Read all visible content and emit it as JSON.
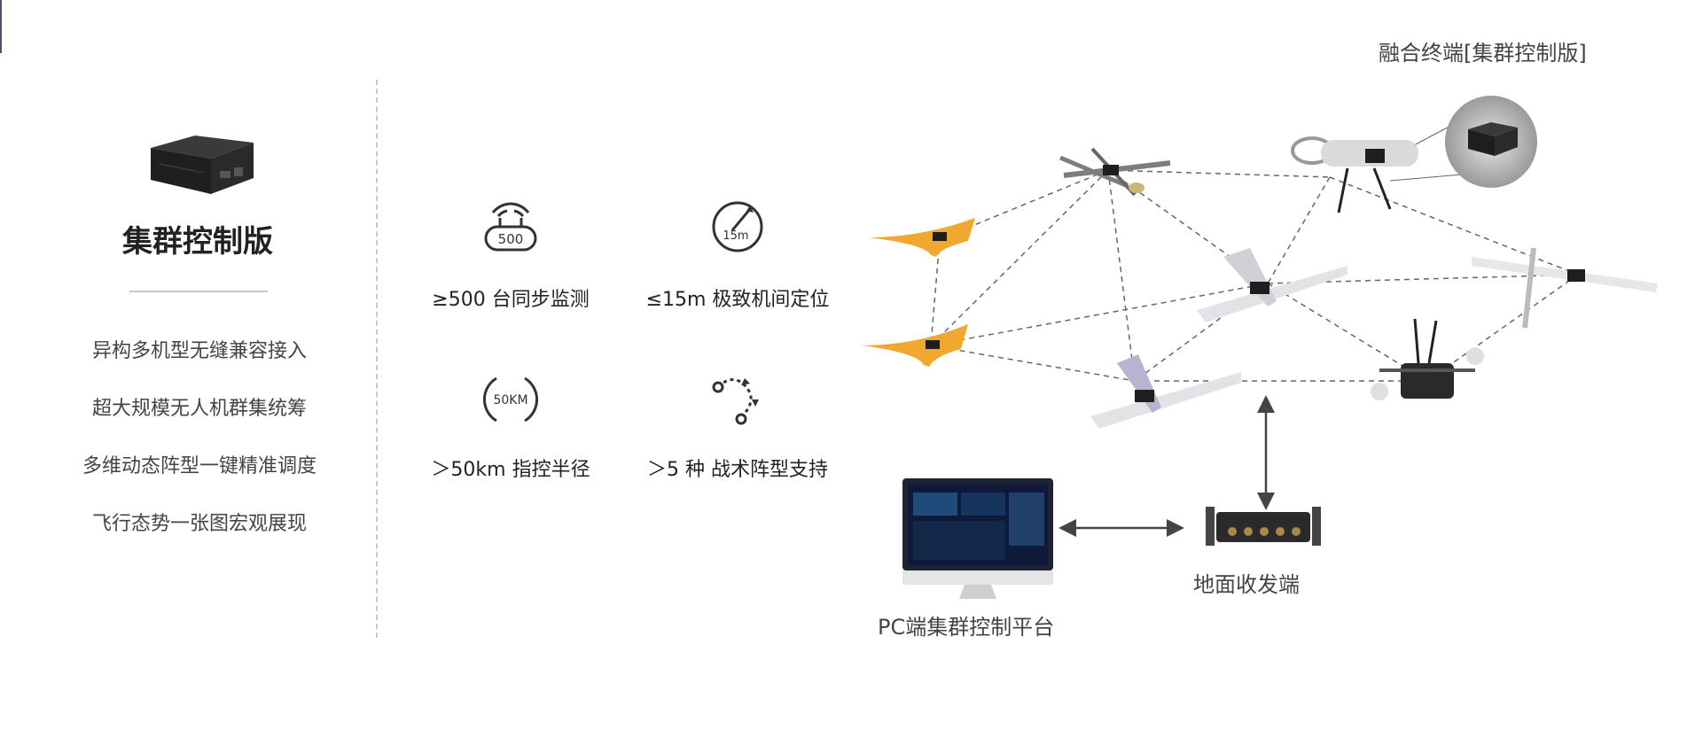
{
  "left_panel": {
    "title": "集群控制版",
    "features": [
      "异构多机型无缝兼容接入",
      "超大规模无人机群集统筹",
      "多维动态阵型一键精准调度",
      "飞行态势一张图宏观展现"
    ]
  },
  "specs": [
    {
      "icon": "wifi-router-icon",
      "icon_text": "500",
      "label": "≥500 台同步监测"
    },
    {
      "icon": "range-gauge-icon",
      "icon_text": "15m",
      "label": "≤15m 极致机间定位"
    },
    {
      "icon": "radius-ring-icon",
      "icon_text": "50KM",
      "label": "＞50km 指控半径"
    },
    {
      "icon": "formation-path-icon",
      "icon_text": "",
      "label": "＞5 种 战术阵型支持"
    }
  ],
  "diagram": {
    "terminal_label": "融合终端[集群控制版]",
    "pc_label": "PC端集群控制平台",
    "ground_label": "地面收发端"
  },
  "colors": {
    "accent": "#2d2d2d",
    "drone_orange": "#f0a830",
    "dash": "#666666"
  }
}
